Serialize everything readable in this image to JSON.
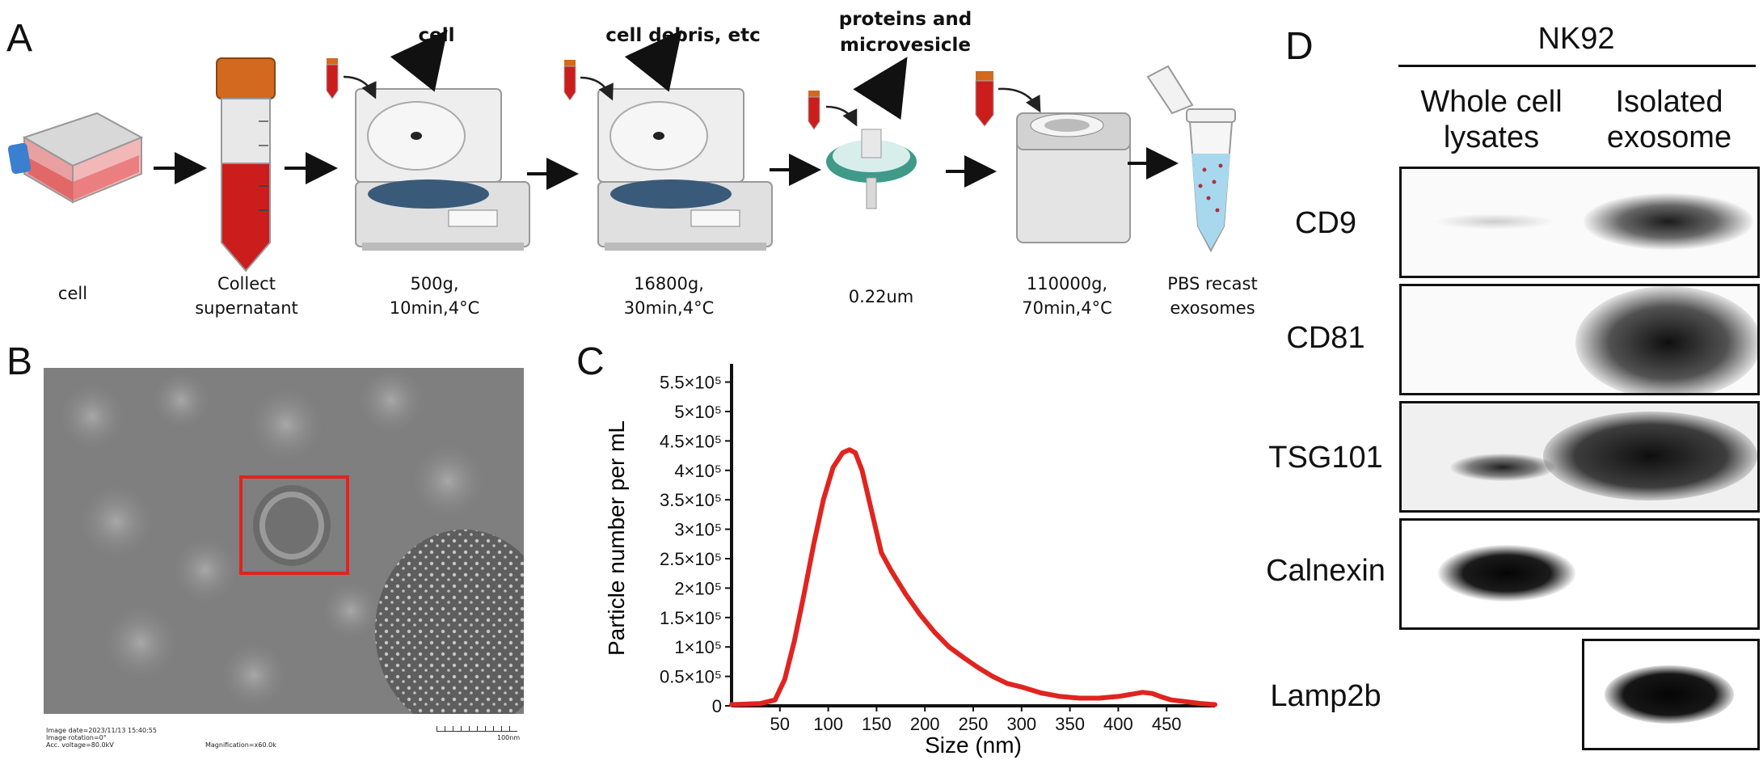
{
  "panels": {
    "a": "A",
    "b": "B",
    "c": "C",
    "d": "D"
  },
  "workflow": {
    "steps": [
      {
        "label": "cell"
      },
      {
        "label": "Collect\nsupernatant"
      },
      {
        "label": "500g,\n10min,4°C",
        "removed": "cell"
      },
      {
        "label": "16800g,\n30min,4°C",
        "removed": "cell debris, etc"
      },
      {
        "label": "0.22um",
        "removed": "proteins and\nmicrovesicle"
      },
      {
        "label": "110000g,\n70min,4°C"
      },
      {
        "label": "PBS recast\nexosomes"
      }
    ]
  },
  "tem": {
    "meta_lines": [
      "Image date=2023/11/13 15:40:55",
      "Image rotation=0°",
      "Acc. voltage=80.0kV"
    ],
    "magnification": "Magnification=x60.0k",
    "scale": "100nm",
    "highlight_color": "#e0241f"
  },
  "chart_data": {
    "type": "line",
    "xlabel": "Size (nm)",
    "ylabel": "Particle number per mL",
    "xlim": [
      0,
      500
    ],
    "ylim": [
      0,
      570000
    ],
    "x_ticks": [
      50,
      100,
      150,
      200,
      250,
      300,
      350,
      400,
      450
    ],
    "y_ticks": [
      {
        "value": 0,
        "label": "0"
      },
      {
        "value": 50000,
        "label": "0.5×10⁵"
      },
      {
        "value": 100000,
        "label": "1×10⁵"
      },
      {
        "value": 150000,
        "label": "1.5×10⁵"
      },
      {
        "value": 200000,
        "label": "2×10⁵"
      },
      {
        "value": 250000,
        "label": "2.5×10⁵"
      },
      {
        "value": 300000,
        "label": "3×10⁵"
      },
      {
        "value": 350000,
        "label": "3.5×10⁵"
      },
      {
        "value": 400000,
        "label": "4×10⁵"
      },
      {
        "value": 450000,
        "label": "4.5×10⁵"
      },
      {
        "value": 500000,
        "label": "5×10⁵"
      },
      {
        "value": 550000,
        "label": "5.5×10⁵"
      }
    ],
    "series": [
      {
        "color": "#e0241f",
        "x": [
          0,
          30,
          45,
          55,
          65,
          75,
          85,
          95,
          105,
          115,
          122,
          128,
          135,
          145,
          155,
          165,
          180,
          195,
          210,
          225,
          240,
          255,
          270,
          285,
          300,
          320,
          340,
          360,
          380,
          400,
          415,
          425,
          435,
          445,
          455,
          470,
          485,
          500
        ],
        "y": [
          2000,
          4000,
          10000,
          45000,
          110000,
          190000,
          275000,
          350000,
          405000,
          430000,
          435000,
          430000,
          400000,
          330000,
          260000,
          230000,
          190000,
          155000,
          125000,
          100000,
          82000,
          65000,
          50000,
          38000,
          32000,
          22000,
          16000,
          13000,
          13000,
          16000,
          20000,
          23000,
          21000,
          15000,
          10000,
          7000,
          4000,
          2000
        ]
      }
    ]
  },
  "western": {
    "group": "NK92",
    "columns": [
      "Whole cell\nlysates",
      "Isolated\nexosome"
    ],
    "rows": [
      "CD9",
      "CD81",
      "TSG101",
      "Calnexin",
      "Lamp2b"
    ]
  }
}
